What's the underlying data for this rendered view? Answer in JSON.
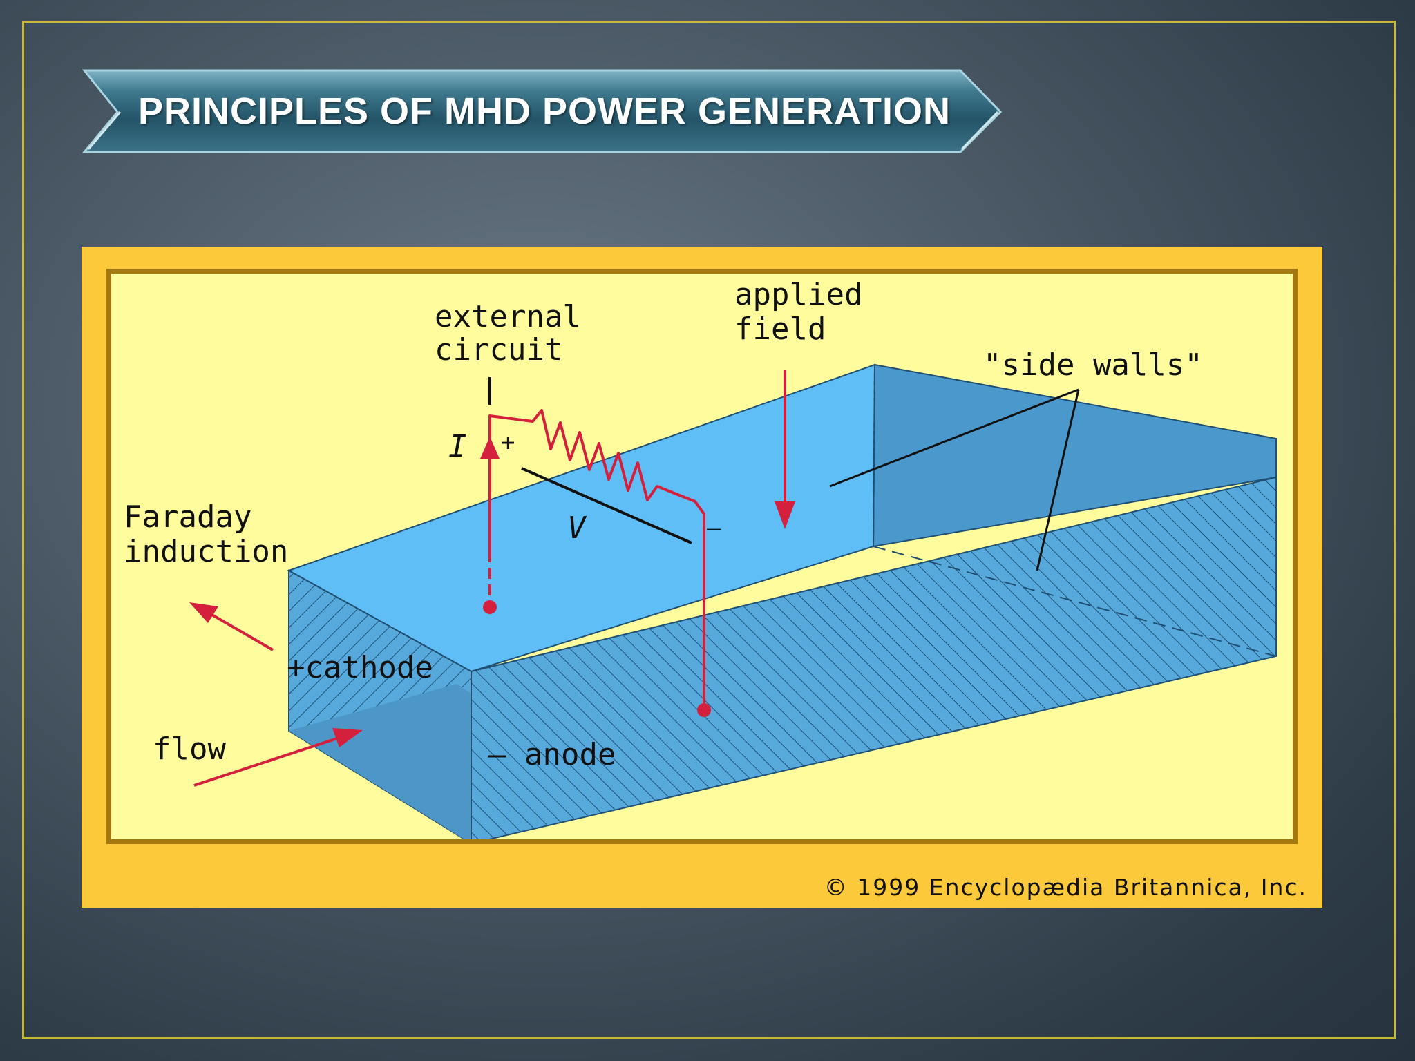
{
  "slide": {
    "title": "PRINCIPLES OF MHD POWER GENERATION",
    "frame_color": "#c9b93a"
  },
  "diagram": {
    "labels": {
      "external_circuit": [
        "external",
        "circuit"
      ],
      "applied_field": [
        "applied",
        "field"
      ],
      "side_walls": "\"side walls\"",
      "faraday_induction": [
        "Faraday",
        "induction"
      ],
      "current": "I",
      "plus": "+",
      "voltage": "V",
      "minus": "–",
      "cathode": "+cathode",
      "anode": "– anode",
      "flow": "flow"
    },
    "copyright": "© 1999 Encyclopædia Britannica, Inc.",
    "colors": {
      "channel_top": "#60bef7",
      "channel_side": "#4f9ccf",
      "arrow": "#d4203c",
      "background": "#fefc9c",
      "outer": "#fcc93b",
      "border": "#a5780f"
    }
  }
}
